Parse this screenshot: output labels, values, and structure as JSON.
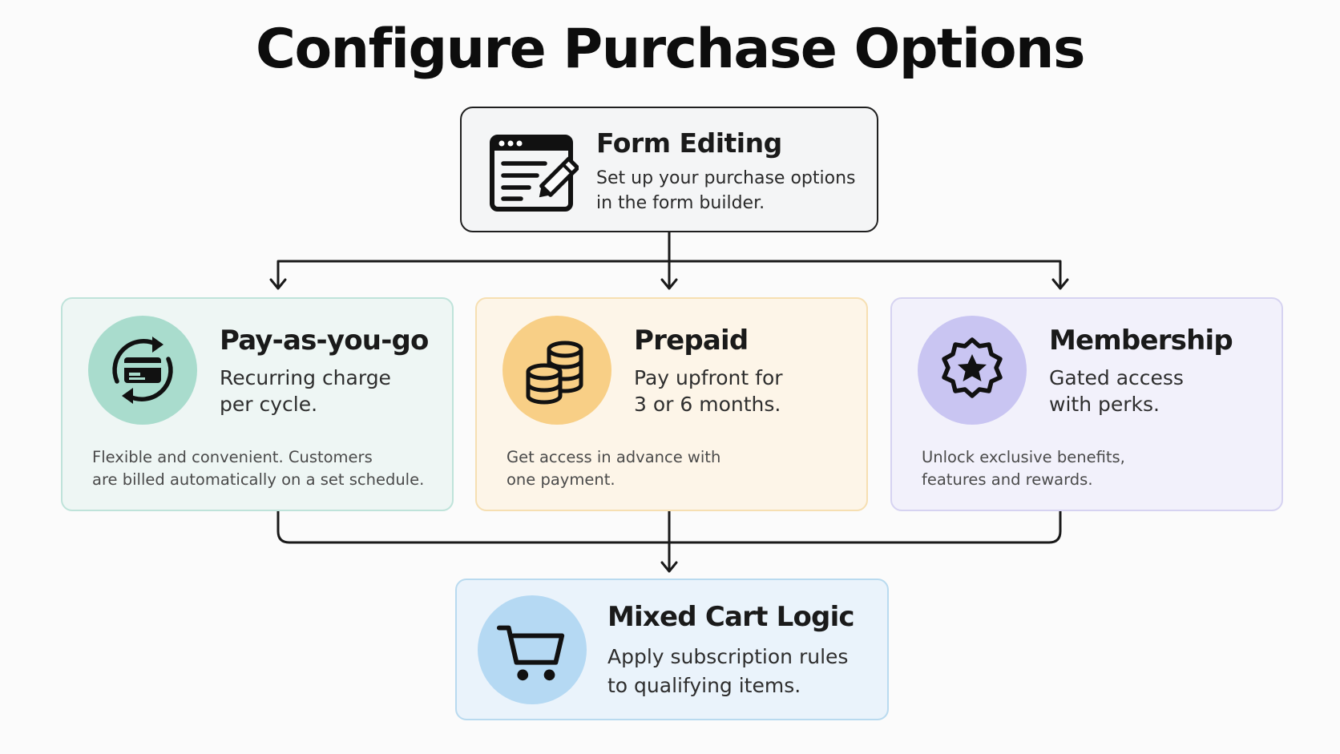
{
  "title": "Configure Purchase Options",
  "top_node": {
    "heading": "Form Editing",
    "line1": "Set up your purchase options",
    "line2": "in the form builder.",
    "icon": "form-edit-icon"
  },
  "options": [
    {
      "heading": "Pay-as-you-go",
      "line1": "Recurring charge",
      "line2": "per cycle.",
      "desc1": "Flexible and convenient. Customers",
      "desc2": "are billed automatically on a set schedule.",
      "icon": "recurring-card-icon",
      "accent": "#a9dccd"
    },
    {
      "heading": "Prepaid",
      "line1": "Pay upfront for",
      "line2": "3 or 6 months.",
      "desc1": "Get access in advance with",
      "desc2": "one payment.",
      "icon": "coins-icon",
      "accent": "#f8cf86"
    },
    {
      "heading": "Membership",
      "line1": "Gated access",
      "line2": "with perks.",
      "desc1": "Unlock exclusive benefits,",
      "desc2": "features and rewards.",
      "icon": "star-badge-icon",
      "accent": "#c9c5f2"
    }
  ],
  "bottom_node": {
    "heading": "Mixed Cart Logic",
    "line1": "Apply subscription rules",
    "line2": "to qualifying items.",
    "icon": "cart-icon",
    "accent": "#b5d9f3"
  }
}
